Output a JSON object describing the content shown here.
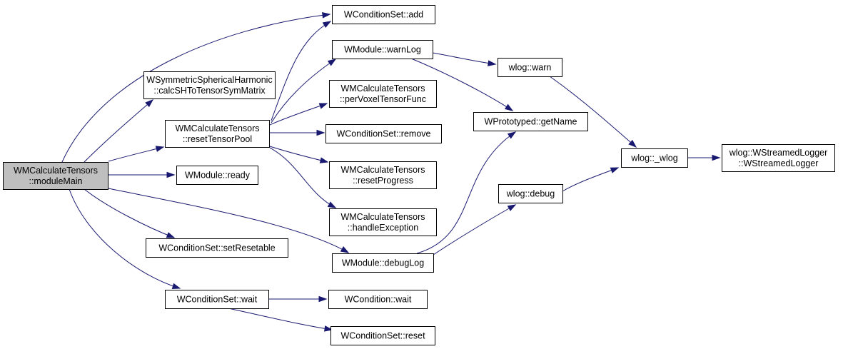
{
  "graph": {
    "edge_color": "#191970",
    "root_fill": "#bfbfbf",
    "node_fill": "#ffffff",
    "nodes": [
      {
        "id": "moduleMain",
        "lines": [
          "WMCalculateTensors",
          "::moduleMain"
        ],
        "root": true
      },
      {
        "id": "calcSH",
        "lines": [
          "WSymmetricSphericalHarmonic",
          "::calcSHToTensorSymMatrix"
        ]
      },
      {
        "id": "resetTensorPool",
        "lines": [
          "WMCalculateTensors",
          "::resetTensorPool"
        ]
      },
      {
        "id": "ready",
        "lines": [
          "WModule::ready"
        ]
      },
      {
        "id": "setResetable",
        "lines": [
          "WConditionSet::setResetable"
        ]
      },
      {
        "id": "csWait",
        "lines": [
          "WConditionSet::wait"
        ]
      },
      {
        "id": "csAdd",
        "lines": [
          "WConditionSet::add"
        ]
      },
      {
        "id": "warnLog",
        "lines": [
          "WModule::warnLog"
        ]
      },
      {
        "id": "perVoxel",
        "lines": [
          "WMCalculateTensors",
          "::perVoxelTensorFunc"
        ]
      },
      {
        "id": "csRemove",
        "lines": [
          "WConditionSet::remove"
        ]
      },
      {
        "id": "resetProgress",
        "lines": [
          "WMCalculateTensors",
          "::resetProgress"
        ]
      },
      {
        "id": "handleException",
        "lines": [
          "WMCalculateTensors",
          "::handleException"
        ]
      },
      {
        "id": "debugLog",
        "lines": [
          "WModule::debugLog"
        ]
      },
      {
        "id": "condWait",
        "lines": [
          "WCondition::wait"
        ]
      },
      {
        "id": "csReset",
        "lines": [
          "WConditionSet::reset"
        ]
      },
      {
        "id": "wlogWarn",
        "lines": [
          "wlog::warn"
        ]
      },
      {
        "id": "getName",
        "lines": [
          "WPrototyped::getName"
        ]
      },
      {
        "id": "wlogDebug",
        "lines": [
          "wlog::debug"
        ]
      },
      {
        "id": "wlogWlog",
        "lines": [
          "wlog::_wlog"
        ]
      },
      {
        "id": "streamedLogger",
        "lines": [
          "wlog::WStreamedLogger",
          "::WStreamedLogger"
        ]
      }
    ]
  }
}
